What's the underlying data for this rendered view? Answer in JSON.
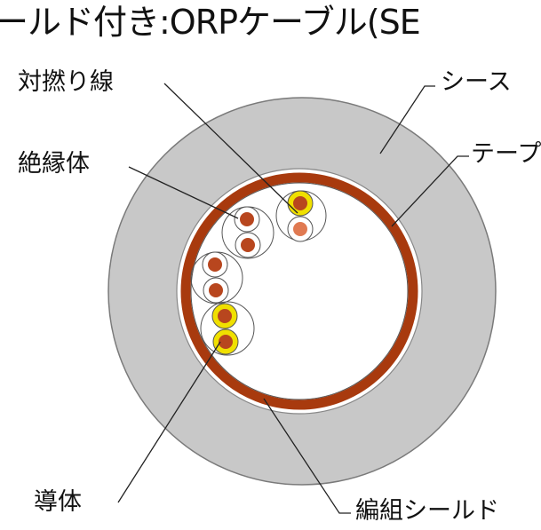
{
  "title": "ールド付き:ORPケーブル(SE",
  "labels": {
    "twisted_pair": "対撚り線",
    "sheath": "シース",
    "insulator": "絶縁体",
    "tape": "テープ",
    "conductor": "導体",
    "braided_shield": "編組シールド"
  },
  "colors": {
    "sheath": "#c8c8c8",
    "shield": "#a83a0e",
    "conductor_red": "#b8461e",
    "conductor_yellow": "#f0e000",
    "core_fill": "#ffffff",
    "leader_line": "#222222",
    "outline": "#555555"
  }
}
